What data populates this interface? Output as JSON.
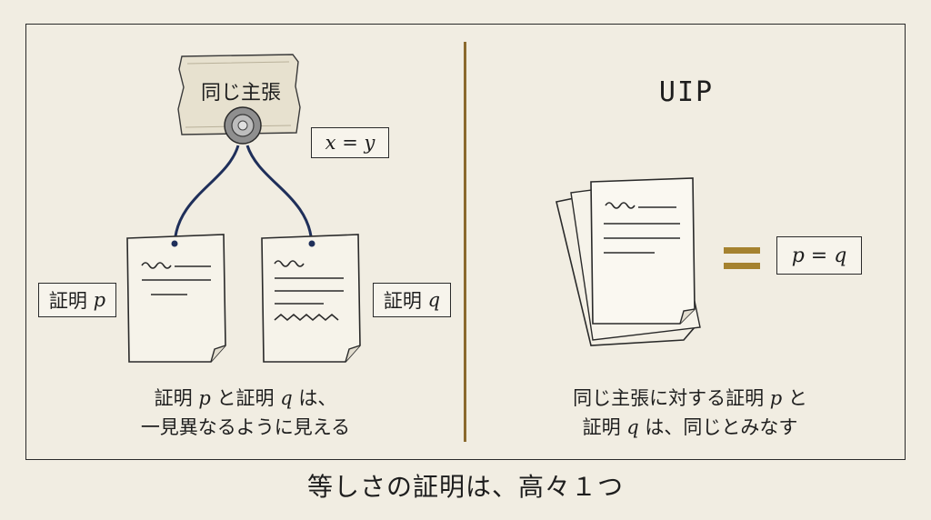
{
  "left_panel": {
    "claim_title": "同じ主張",
    "claim_formula": "x = y",
    "proof_p_label_jp": "証明",
    "proof_p_var": "p",
    "proof_q_label_jp": "証明",
    "proof_q_var": "q",
    "caption_line1_a": "証明",
    "caption_line1_p": "p",
    "caption_line1_b": "と証明",
    "caption_line1_q": "q",
    "caption_line1_c": "は、",
    "caption_line2": "一見異なるように見える"
  },
  "right_panel": {
    "title": "UIP",
    "equation": "p = q",
    "caption_line1_a": "同じ主張に対する証明",
    "caption_line1_p": "p",
    "caption_line1_b": "と",
    "caption_line2_a": "証明",
    "caption_line2_q": "q",
    "caption_line2_b": "は、同じとみなす"
  },
  "footer": "等しさの証明は、高々１つ",
  "colors": {
    "background": "#f1ede2",
    "divider": "#8b6a2e",
    "equals_sign": "#a5822f",
    "string": "#1f2f5a"
  }
}
